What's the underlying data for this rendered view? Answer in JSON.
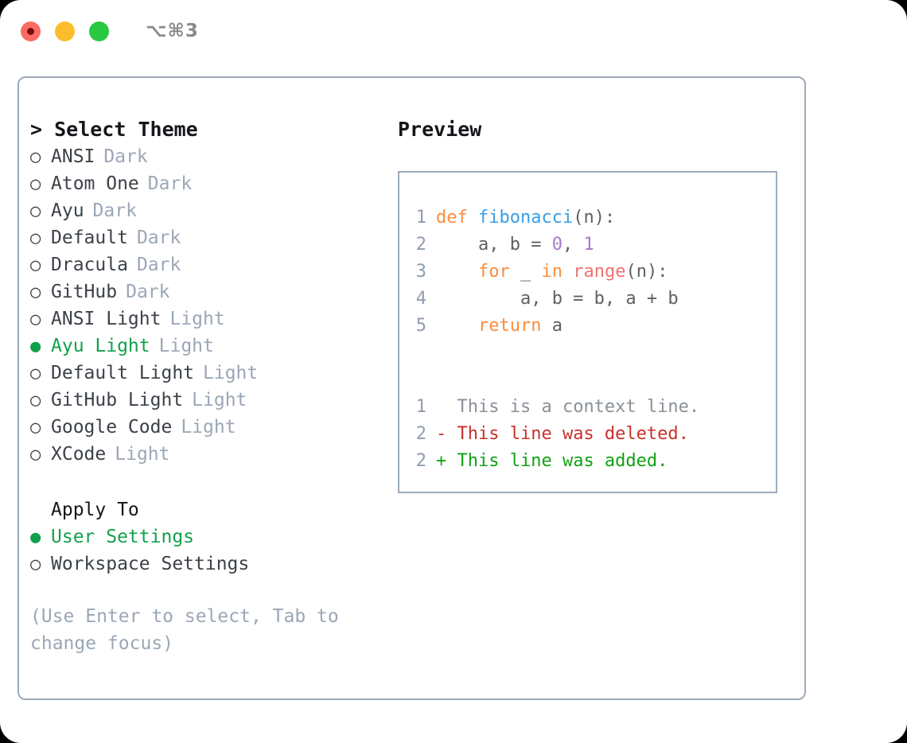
{
  "titlebar": {
    "shortcut": "⌥⌘3",
    "lights": [
      {
        "name": "close",
        "color": "#FB6A63"
      },
      {
        "name": "minimize",
        "color": "#FCBD2D"
      },
      {
        "name": "maximize",
        "color": "#28C840"
      }
    ]
  },
  "theme_picker": {
    "heading": "> Select Theme",
    "selected_bullet": "●",
    "unselected_bullet": "○",
    "accent_color": "#12A14B",
    "themes": [
      {
        "name": "ANSI",
        "variant": "Dark",
        "selected": false
      },
      {
        "name": "Atom One",
        "variant": "Dark",
        "selected": false
      },
      {
        "name": "Ayu",
        "variant": "Dark",
        "selected": false
      },
      {
        "name": "Default",
        "variant": "Dark",
        "selected": false
      },
      {
        "name": "Dracula",
        "variant": "Dark",
        "selected": false
      },
      {
        "name": "GitHub",
        "variant": "Dark",
        "selected": false
      },
      {
        "name": "ANSI Light",
        "variant": "Light",
        "selected": false
      },
      {
        "name": "Ayu Light",
        "variant": "Light",
        "selected": true
      },
      {
        "name": "Default Light",
        "variant": "Light",
        "selected": false
      },
      {
        "name": "GitHub Light",
        "variant": "Light",
        "selected": false
      },
      {
        "name": "Google Code",
        "variant": "Light",
        "selected": false
      },
      {
        "name": "XCode",
        "variant": "Light",
        "selected": false
      }
    ]
  },
  "apply_to": {
    "heading": "Apply To",
    "options": [
      {
        "label": "User Settings",
        "selected": true
      },
      {
        "label": "Workspace Settings",
        "selected": false
      }
    ]
  },
  "hint": "(Use Enter to select, Tab to change focus)",
  "preview": {
    "title": "Preview",
    "code_lines": [
      {
        "lineno": "1",
        "segments": [
          {
            "text": "def ",
            "type": "keyword"
          },
          {
            "text": "fibonacci",
            "type": "function"
          },
          {
            "text": "(n):",
            "type": "plain"
          }
        ]
      },
      {
        "lineno": "2",
        "segments": [
          {
            "text": "    a, b = ",
            "type": "plain"
          },
          {
            "text": "0",
            "type": "number"
          },
          {
            "text": ", ",
            "type": "plain"
          },
          {
            "text": "1",
            "type": "number"
          }
        ]
      },
      {
        "lineno": "3",
        "segments": [
          {
            "text": "    ",
            "type": "plain"
          },
          {
            "text": "for",
            "type": "keyword"
          },
          {
            "text": " _ ",
            "type": "plain"
          },
          {
            "text": "in",
            "type": "keyword"
          },
          {
            "text": " ",
            "type": "plain"
          },
          {
            "text": "range",
            "type": "builtin"
          },
          {
            "text": "(n):",
            "type": "plain"
          }
        ]
      },
      {
        "lineno": "4",
        "segments": [
          {
            "text": "        a, b = b, a + b",
            "type": "plain"
          }
        ]
      },
      {
        "lineno": "5",
        "segments": [
          {
            "text": "    ",
            "type": "plain"
          },
          {
            "text": "return",
            "type": "keyword"
          },
          {
            "text": " a",
            "type": "plain"
          }
        ]
      }
    ],
    "diff_lines": [
      {
        "lineno": "1",
        "marker": "  ",
        "text": "This is a context line.",
        "type": "context"
      },
      {
        "lineno": "2",
        "marker": "- ",
        "text": "This line was deleted.",
        "type": "deleted"
      },
      {
        "lineno": "2",
        "marker": "+ ",
        "text": "This line was added.",
        "type": "added"
      }
    ],
    "syntax_colors": {
      "keyword": "#FA8D3E",
      "function": "#399EE6",
      "number": "#A37ACC",
      "builtin": "#F07171",
      "plain": "#5C6166",
      "lineno": "#8E9CAE",
      "context": "#8A9199",
      "deleted": "#C7312B",
      "added": "#12A114"
    }
  }
}
